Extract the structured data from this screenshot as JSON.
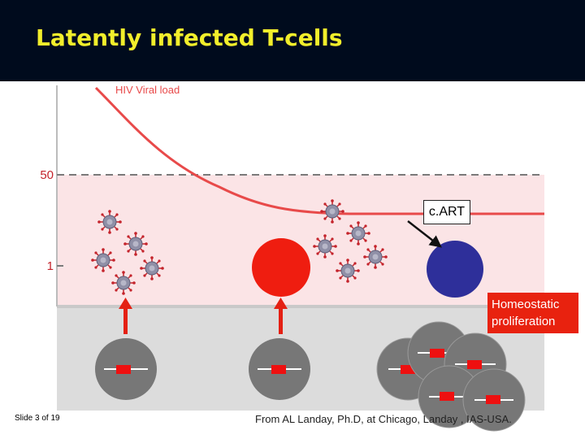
{
  "title": "Latently infected T-cells",
  "graph": {
    "series_label": "HIV Viral load",
    "y_ticks": [
      "50",
      "1"
    ],
    "colors": {
      "curve": "#e84a4a",
      "threshold": "#7a7a7a",
      "pink_band": "#fbe4e6",
      "gray_band": "#dcdcdc",
      "virion": "#8f8fa6",
      "virion_spike": "#c4232b"
    }
  },
  "labels": {
    "cart": "c.ART",
    "homeostatic_line1": "Homeostatic",
    "homeostatic_line2": "proliferation"
  },
  "cells": {
    "activated_colors": [
      "#ef1d10",
      "#2e2f9a"
    ],
    "resting_color": "#777777",
    "integrated_dna_color": "#ee1010"
  },
  "footer": {
    "slide_number": "Slide 3 of 19",
    "credit": "From AL Landay, Ph.D, at Chicago, Landay , IAS-USA."
  }
}
